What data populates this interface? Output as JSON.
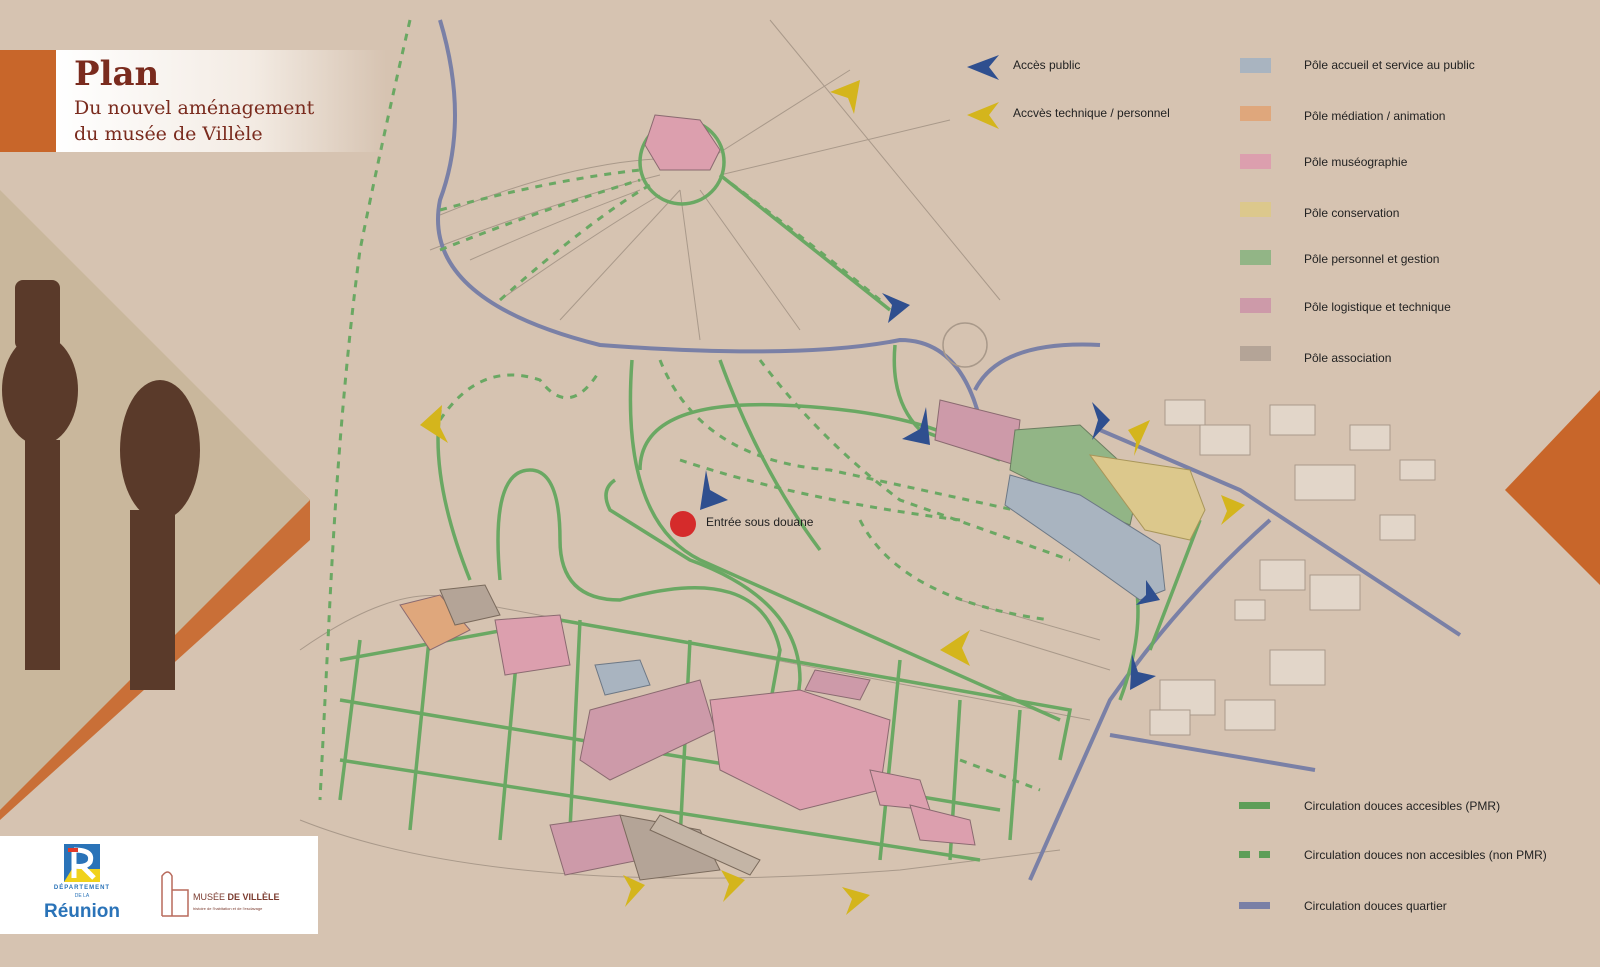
{
  "title": {
    "main": "Plan",
    "line1": "Du nouvel aménagement",
    "line2": "du musée de Villèle"
  },
  "access_legend": [
    {
      "label": "Accès public",
      "color": "#2f4f8f"
    },
    {
      "label": "Accvès technique / personnel",
      "color": "#d4b51c"
    }
  ],
  "pole_legend": [
    {
      "label": "Pôle accueil et service au public",
      "color": "#a9b4c0"
    },
    {
      "label": "Pôle médiation / animation",
      "color": "#dfa77c"
    },
    {
      "label": "Pôle muséographie",
      "color": "#dc9fae"
    },
    {
      "label": "Pôle conservation",
      "color": "#dcc88c"
    },
    {
      "label": "Pôle personnel et gestion",
      "color": "#92b586"
    },
    {
      "label": "Pôle logistique et technique",
      "color": "#cd9aa9"
    },
    {
      "label": "Pôle association",
      "color": "#b4a497"
    }
  ],
  "circulation_legend": [
    {
      "label": "Circulation douces accesibles (PMR)",
      "color": "#5e9e58",
      "style": "solid"
    },
    {
      "label": "Circulation douces non accesibles (non PMR)",
      "color": "#5e9e58",
      "style": "dashed"
    },
    {
      "label": "Circulation douces quartier",
      "color": "#7a80a6",
      "style": "solid"
    }
  ],
  "map": {
    "entry_label": "Entrée sous douane"
  },
  "logos": {
    "departement_top": "DÉPARTEMENT",
    "departement_mid": "DE LA",
    "departement_name": "Réunion",
    "musee_prefix": "MUSÉE",
    "musee_name": "DE VILLÈLE",
    "musee_tagline": "histoire de l'habitation et de l'esclavage"
  },
  "colors": {
    "background": "#d6c3b1",
    "accent": "#c8662a",
    "title": "#7a2b1e"
  }
}
